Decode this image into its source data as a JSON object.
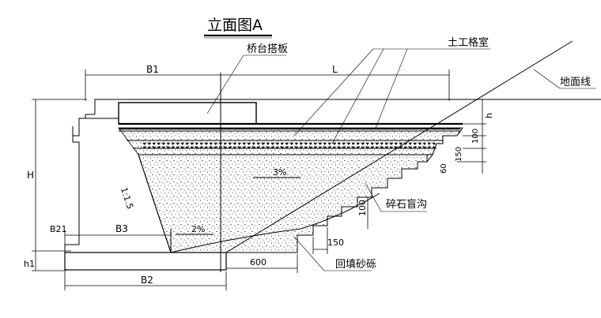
{
  "title": "立面图A",
  "labels": {
    "abutment_slab": "桥台搭板",
    "geocell": "土工格室",
    "ground_line": "地面线",
    "gravel_drain": "碎石盲沟",
    "backfill": "回填砂砾",
    "slope_ratio": "1:1.5",
    "slope_top": "3%",
    "slope_bottom": "2%"
  },
  "dimensions": {
    "B1": "B1",
    "L": "L",
    "H": "H",
    "h": "h",
    "h1": "h1",
    "B21": "B21",
    "B3": "B3",
    "B2": "B2",
    "d600": "600",
    "d150_step": "150",
    "d100_top": "100",
    "d150_side": "150",
    "d60": "60",
    "d100_step": "100"
  }
}
